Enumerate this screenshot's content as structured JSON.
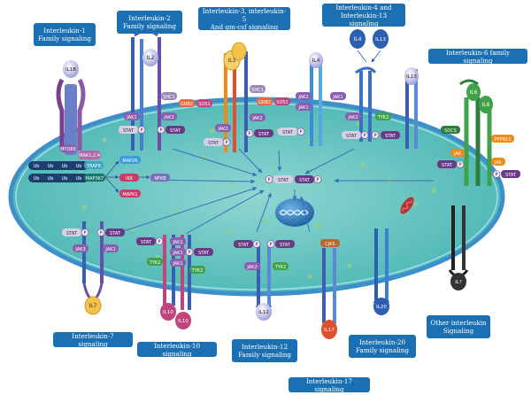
{
  "captions": {
    "il1": [
      "Interleukin-1",
      "Family signaling"
    ],
    "il2": [
      "Interleukin-2",
      "Family signaling"
    ],
    "il3": [
      "Interleukin-3, interleukin-5",
      "And gm-csf signaling"
    ],
    "il4": [
      "Interleukin-4 and",
      "Interleukin-13 signaling"
    ],
    "il6": [
      "Interleukin-6 family signaling"
    ],
    "il7": [
      "Interleukin-7 signaling"
    ],
    "il10": [
      "Interleukin-10 signaling"
    ],
    "il12": [
      "Interleukin-12",
      "Family signaling"
    ],
    "il20": [
      "Interleukin-20",
      "Family signaling"
    ],
    "other": [
      "Other interleukin",
      "Signaling"
    ],
    "il17": [
      "Interleukin-17 signaling"
    ]
  },
  "ligands": {
    "il1": "IL1B",
    "il2": "IL2",
    "il3": "IL3",
    "il4a": "IL4",
    "il4b": "IL13",
    "il13r": "IL13",
    "il6a": "IL6",
    "il6b": "IL6",
    "il7": "IL7",
    "il10a": "IL10",
    "il10b": "IL10",
    "il12": "IL12",
    "il17": "IL17",
    "il20": "IL20",
    "other": "IL?"
  },
  "proteins": {
    "myd88": "MYD88",
    "irak": "IRAK1,2,4",
    "traf": "TRAF6",
    "map3k": "MAP3K7",
    "map2k": "MAP2K",
    "ikk": "IKK",
    "mapk": "MAPK1",
    "nfkb": "NFKB",
    "ub": "Ub",
    "shc": "SHC1",
    "grb": "GRB2",
    "sos": "SOS1",
    "jak1": "JAK1",
    "jak2": "JAK2",
    "jak3": "JAK3",
    "tyk2": "TYK2",
    "stat": "STAT",
    "p": "P",
    "socs": "SOCS",
    "ptpn": "PTPN11",
    "jak": "JAK",
    "cjks": "CJKS"
  },
  "colors": {
    "cell": "#6ec9c5",
    "cell_edge": "#3a8fc8",
    "nucleus": "#2d86c9",
    "caption": "#1b6fb3",
    "jak": "#8a5fb0",
    "stat_l": "#d7cfe8",
    "stat_d": "#6b3a86",
    "p": "#f1e7f7",
    "mapk": "#cc3a6a",
    "green": "#3fa14a",
    "teal": "#19766a",
    "orange": "#f08a16",
    "grb": "#e86a3c",
    "shc": "#9b8bbd"
  }
}
